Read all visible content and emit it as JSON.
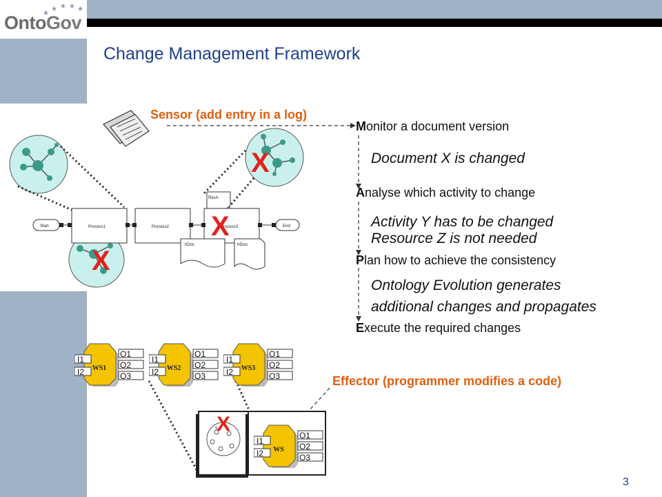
{
  "header": {
    "logo_text_onto": "Onto",
    "logo_text_gov": "Gov"
  },
  "title": "Change Management Framework",
  "sensor_label": "Sensor (add entry in a log)",
  "effector_label": "Effector (programmer modifies a code)",
  "steps": [
    {
      "initial": "M",
      "rest": "onitor a document version"
    },
    {
      "initial": "A",
      "rest": "nalyse which activity to change"
    },
    {
      "initial": "P",
      "rest": "lan how to achieve the consistency"
    },
    {
      "initial": "E",
      "rest": "xecute the required changes"
    }
  ],
  "outcomes": {
    "monitor": "Document X is changed",
    "analyse_1": "Activity Y has to be changed",
    "analyse_2": "Resource Z is not needed",
    "plan_1": "Ontology Evolution generates",
    "plan_2": "additional changes and propagates"
  },
  "process_diagram": {
    "start": "Start",
    "end": "End",
    "process_1": "Process1",
    "process_2": "Process2",
    "process_3": "Process3",
    "resource": "ResA",
    "doc_1": "hDoc",
    "doc_2": "hlDoc"
  },
  "x_mark": "X",
  "web_services": [
    {
      "name": "WS1",
      "inputs": [
        "I1",
        "I2"
      ],
      "outputs": [
        "O1",
        "O2",
        "O3"
      ]
    },
    {
      "name": "WS2",
      "inputs": [
        "I1",
        "I2"
      ],
      "outputs": [
        "O1",
        "O2",
        "O3"
      ]
    },
    {
      "name": "WS3",
      "inputs": [
        "I1",
        "I2"
      ],
      "outputs": [
        "O1",
        "O2",
        "O3"
      ]
    },
    {
      "name": "WS",
      "inputs": [
        "I1",
        "I2"
      ],
      "outputs": [
        "O1",
        "O2",
        "O3"
      ]
    }
  ],
  "slide_number": "3",
  "colors": {
    "accent_blue": "#1f3f8f",
    "sidebar": "#9fb2c6",
    "orange": "#e06010",
    "x_red": "#e3211c",
    "ws_yellow": "#f5c400",
    "node_green": "#3c9a8a"
  }
}
